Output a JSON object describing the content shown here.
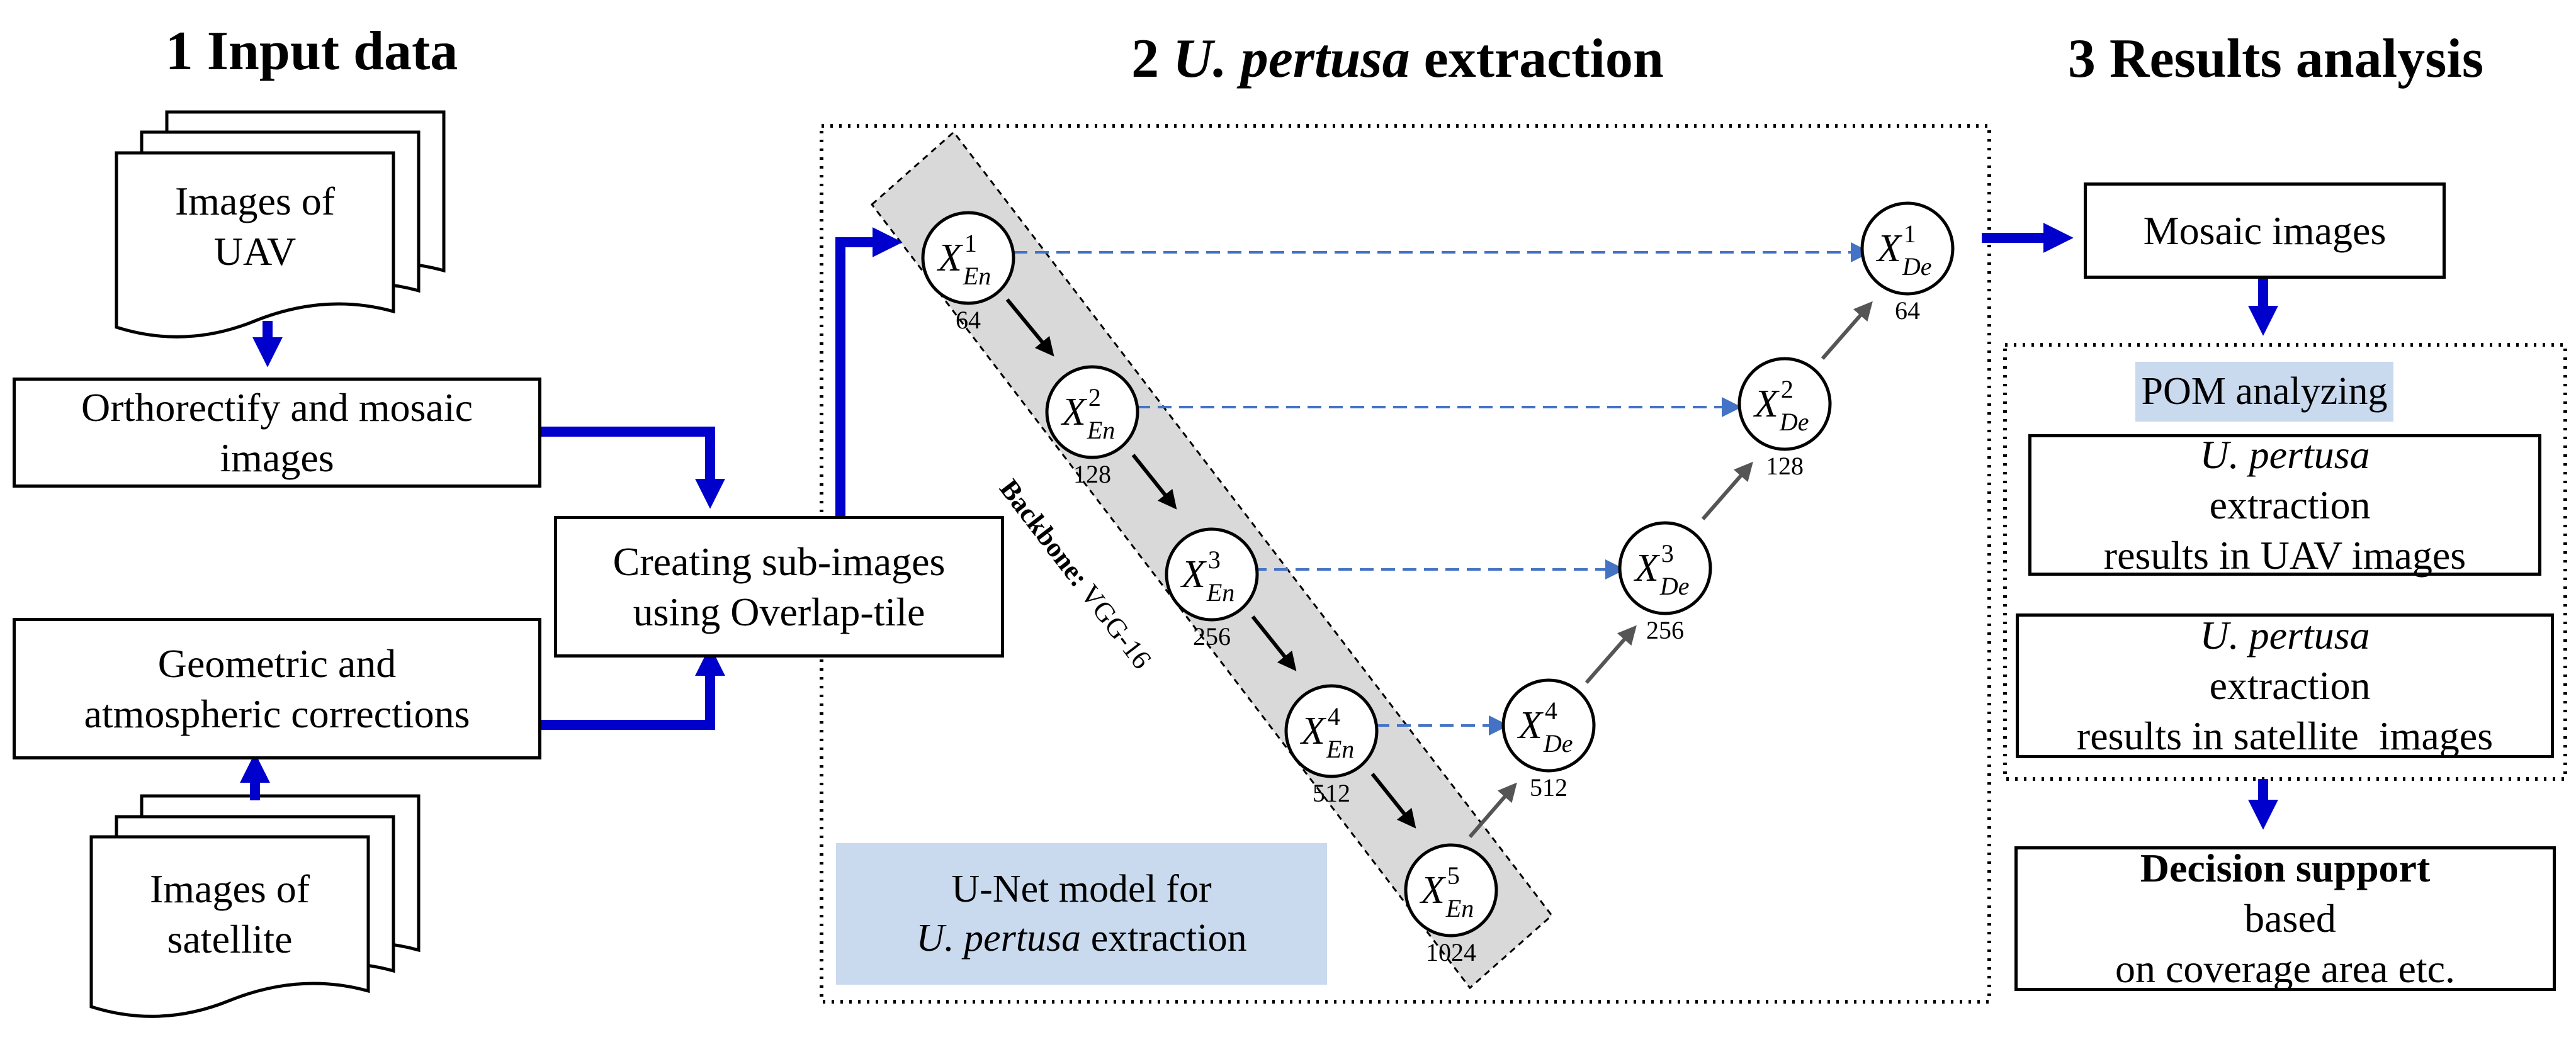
{
  "headings": {
    "input": "1 Input data",
    "extraction_num": "2 ",
    "extraction_species": "U. pertusa",
    "extraction_rest": " extraction",
    "results": "3 Results analysis"
  },
  "input": {
    "uav_doc": [
      "Images of",
      "UAV"
    ],
    "orthorectify": [
      "Orthorectify and mosaic",
      "images"
    ],
    "corrections": [
      "Geometric and",
      "atmospheric corrections"
    ],
    "satellite_doc": [
      "Images of",
      "satellite"
    ],
    "subimages": [
      "Creating sub-images",
      "using Overlap-tile"
    ]
  },
  "unet": {
    "label_line1": "U-Net model for",
    "label_species": "U. pertusa",
    "label_rest": " extraction",
    "backbone_bold": "Backbone:",
    "backbone_name": " VGG-16",
    "encoder": [
      {
        "base": "X",
        "sub": "En",
        "sup": "1",
        "channels": "64"
      },
      {
        "base": "X",
        "sub": "En",
        "sup": "2",
        "channels": "128"
      },
      {
        "base": "X",
        "sub": "En",
        "sup": "3",
        "channels": "256"
      },
      {
        "base": "X",
        "sub": "En",
        "sup": "4",
        "channels": "512"
      },
      {
        "base": "X",
        "sub": "En",
        "sup": "5",
        "channels": "1024"
      }
    ],
    "decoder": [
      {
        "base": "X",
        "sub": "De",
        "sup": "1",
        "channels": "64"
      },
      {
        "base": "X",
        "sub": "De",
        "sup": "2",
        "channels": "128"
      },
      {
        "base": "X",
        "sub": "De",
        "sup": "3",
        "channels": "256"
      },
      {
        "base": "X",
        "sub": "De",
        "sup": "4",
        "channels": "512"
      }
    ]
  },
  "results": {
    "mosaic": "Mosaic images",
    "pom": "POM analyzing",
    "uav_result_species": "U. pertusa",
    "uav_result_line1_rest": " extraction",
    "uav_result_line2": "results in UAV images",
    "sat_result_species": "U. pertusa",
    "sat_result_line1_rest": " extraction",
    "sat_result_line2": "results in satellite  images",
    "decision_bold": "Decision support",
    "decision_rest": " based",
    "decision_line2": "on coverage area etc."
  },
  "colors": {
    "flow_arrow": "#0000cc",
    "skip_arrow": "#4472c4",
    "highlight": "#c9d9ee",
    "backbone_fill": "#d9d9d9"
  }
}
